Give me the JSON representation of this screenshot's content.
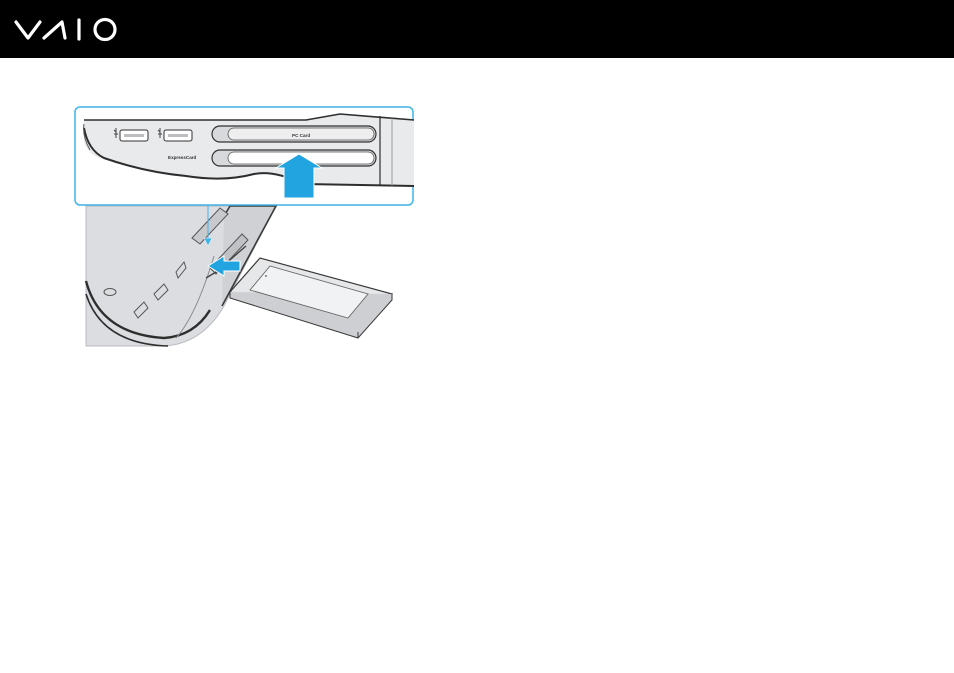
{
  "header": {
    "brand": "VAIO",
    "background_color": "#000000",
    "logo_color": "#ffffff"
  },
  "illustration": {
    "highlight_color": "#3fb4e8",
    "port_labels": {
      "pc_card": "PC Card",
      "express_card": "ExpressCard"
    },
    "icons": [
      "usb-icon",
      "usb-icon",
      "arrow-up-icon",
      "arrow-left-icon",
      "card-icon"
    ]
  }
}
